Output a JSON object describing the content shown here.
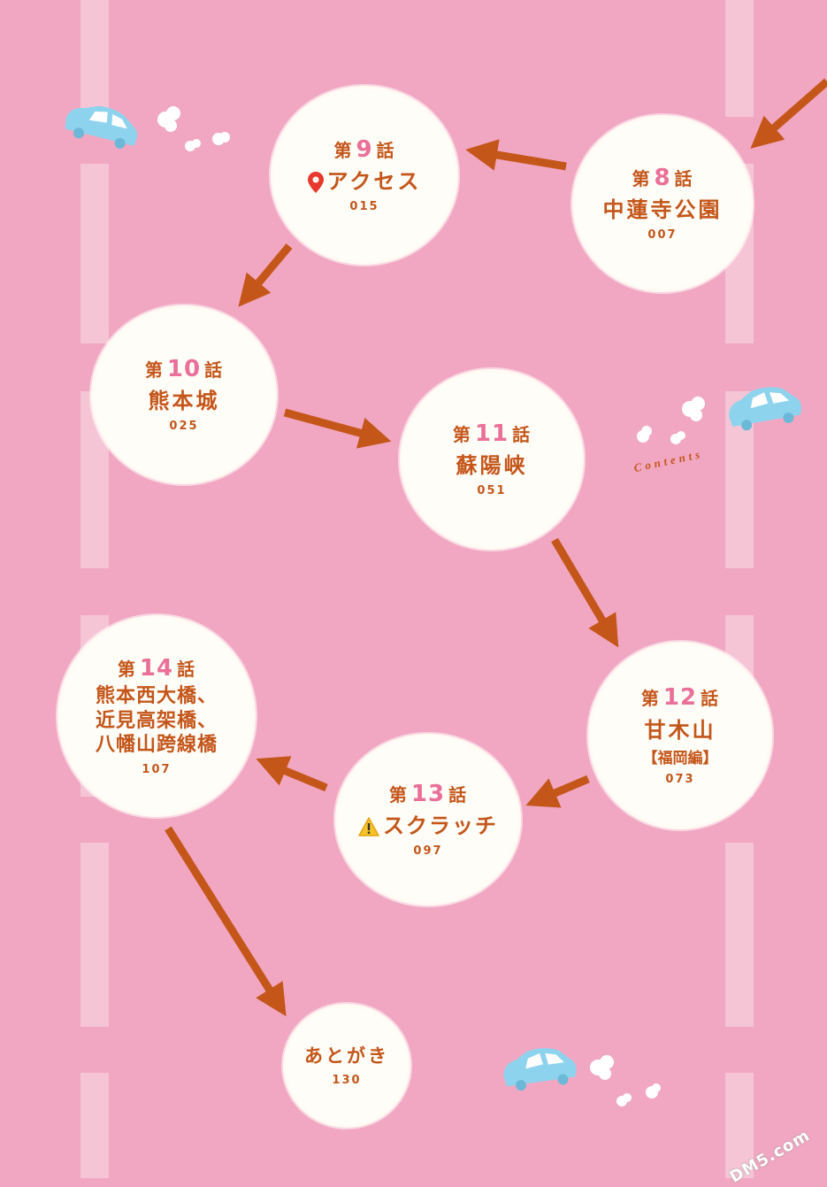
{
  "toc": [
    {
      "id": "ep8",
      "ep_prefix": "第",
      "ep_num": "8",
      "ep_suffix": "話",
      "title": "中蓮寺公園",
      "page": "007"
    },
    {
      "id": "ep9",
      "ep_prefix": "第",
      "ep_num": "9",
      "ep_suffix": "話",
      "title": "アクセス",
      "page": "015",
      "icon": "map-pin-icon"
    },
    {
      "id": "ep10",
      "ep_prefix": "第",
      "ep_num": "10",
      "ep_suffix": "話",
      "title": "熊本城",
      "page": "025"
    },
    {
      "id": "ep11",
      "ep_prefix": "第",
      "ep_num": "11",
      "ep_suffix": "話",
      "title": "蘇陽峡",
      "page": "051"
    },
    {
      "id": "ep12",
      "ep_prefix": "第",
      "ep_num": "12",
      "ep_suffix": "話",
      "title": "甘木山",
      "subtitle": "【福岡編】",
      "page": "073"
    },
    {
      "id": "ep13",
      "ep_prefix": "第",
      "ep_num": "13",
      "ep_suffix": "話",
      "title": "スクラッチ",
      "page": "097",
      "icon": "warning-icon"
    },
    {
      "id": "ep14",
      "ep_prefix": "第",
      "ep_num": "14",
      "ep_suffix": "話",
      "title_lines": [
        "熊本西大橋、",
        "近見高架橋、",
        "八幡山跨線橋"
      ],
      "page": "107"
    },
    {
      "id": "afterword",
      "title": "あとがき",
      "page": "130"
    }
  ],
  "contents_label": "Contents",
  "watermark": "DM5.com",
  "colors": {
    "background": "#f1a7c1",
    "lane": "#f6c5d5",
    "arrow": "#c4561a",
    "text": "#c4561a",
    "number": "#ea6f99",
    "car": "#8ed3ee",
    "circle": "#fffdf8"
  }
}
